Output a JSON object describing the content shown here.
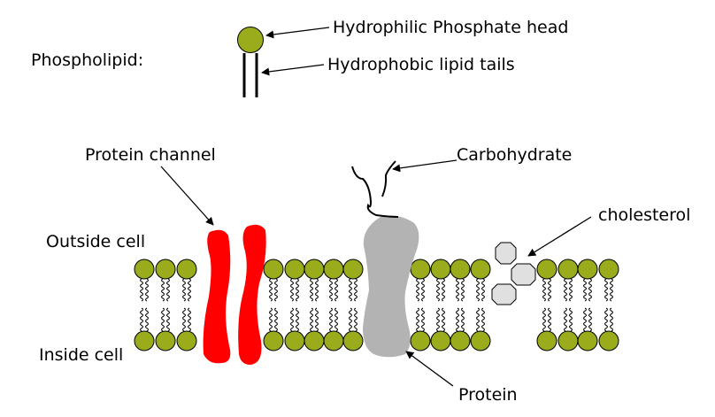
{
  "labels": {
    "phospholipid": "Phospholipid:",
    "head": "Hydrophilic Phosphate head",
    "tails": "Hydrophobic lipid tails",
    "protein_channel": "Protein channel",
    "carbohydrate": "Carbohydrate",
    "cholesterol": "cholesterol",
    "outside": "Outside cell",
    "inside": "Inside cell",
    "protein": "Protein"
  },
  "colors": {
    "phosphate_head": "#9aab1c",
    "protein_channel": "#ff0000",
    "protein": "#b3b3b3",
    "cholesterol": "#e0e0e0",
    "outline": "#000000"
  }
}
